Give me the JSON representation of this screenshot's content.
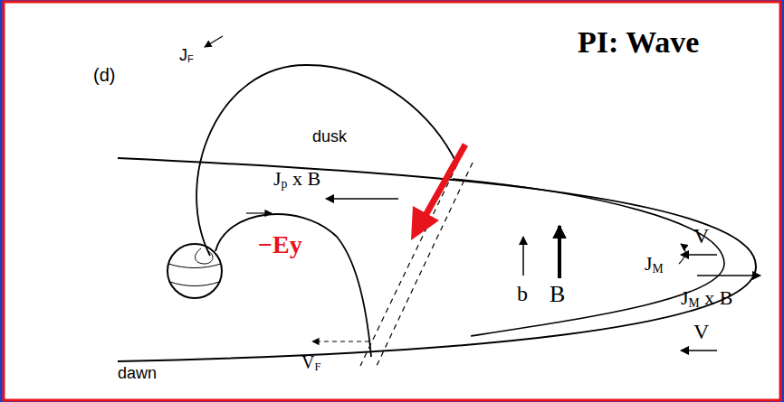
{
  "diagram": {
    "title": "PI: Wave",
    "labels": [
      "(d)",
      "JF",
      "dusk",
      "Jp x B",
      "V",
      "JM",
      "JM x B",
      "b",
      "B",
      "V",
      "−Ey",
      "VF",
      "dawn"
    ]
  }
}
